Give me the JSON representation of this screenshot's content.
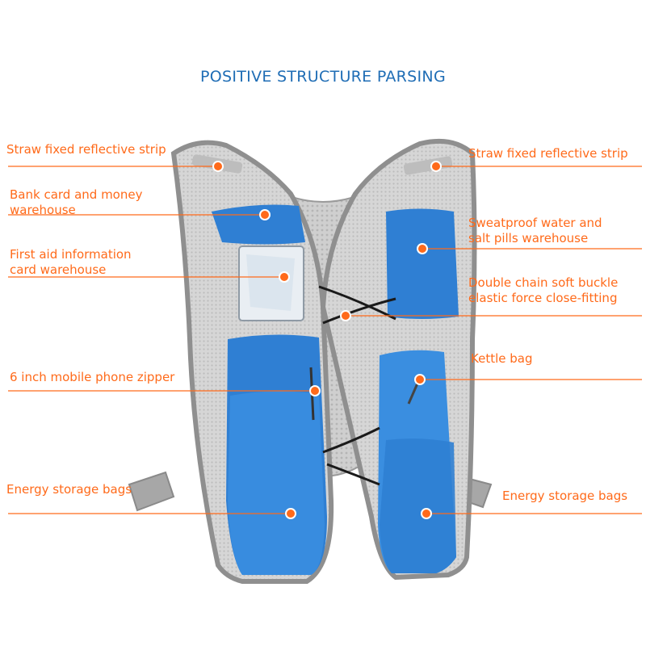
{
  "title": "POSITIVE STRUCTURE PARSING",
  "colors": {
    "title": "#1f6db5",
    "label": "#ff6a1a",
    "callout_dot": "#ff6a1a",
    "vest_blue": "#2f7fd3",
    "vest_gray": "#9b9b9b",
    "mesh": "#d4d4d4"
  },
  "labels": {
    "left": [
      {
        "lines": [
          "Straw fixed reflective strip"
        ]
      },
      {
        "lines": [
          "Bank card and money",
          "warehouse"
        ]
      },
      {
        "lines": [
          "First aid information",
          "card warehouse"
        ]
      },
      {
        "lines": [
          "6 inch mobile phone zipper"
        ]
      },
      {
        "lines": [
          "Energy storage bags"
        ]
      }
    ],
    "right": [
      {
        "lines": [
          "Straw fixed reflective strip"
        ]
      },
      {
        "lines": [
          "Sweatproof water and",
          "salt pills warehouse"
        ]
      },
      {
        "lines": [
          "Double chain soft buckle",
          "elastic force close-fitting"
        ]
      },
      {
        "lines": [
          "Kettle bag"
        ]
      },
      {
        "lines": [
          "Energy storage bags"
        ]
      }
    ]
  }
}
